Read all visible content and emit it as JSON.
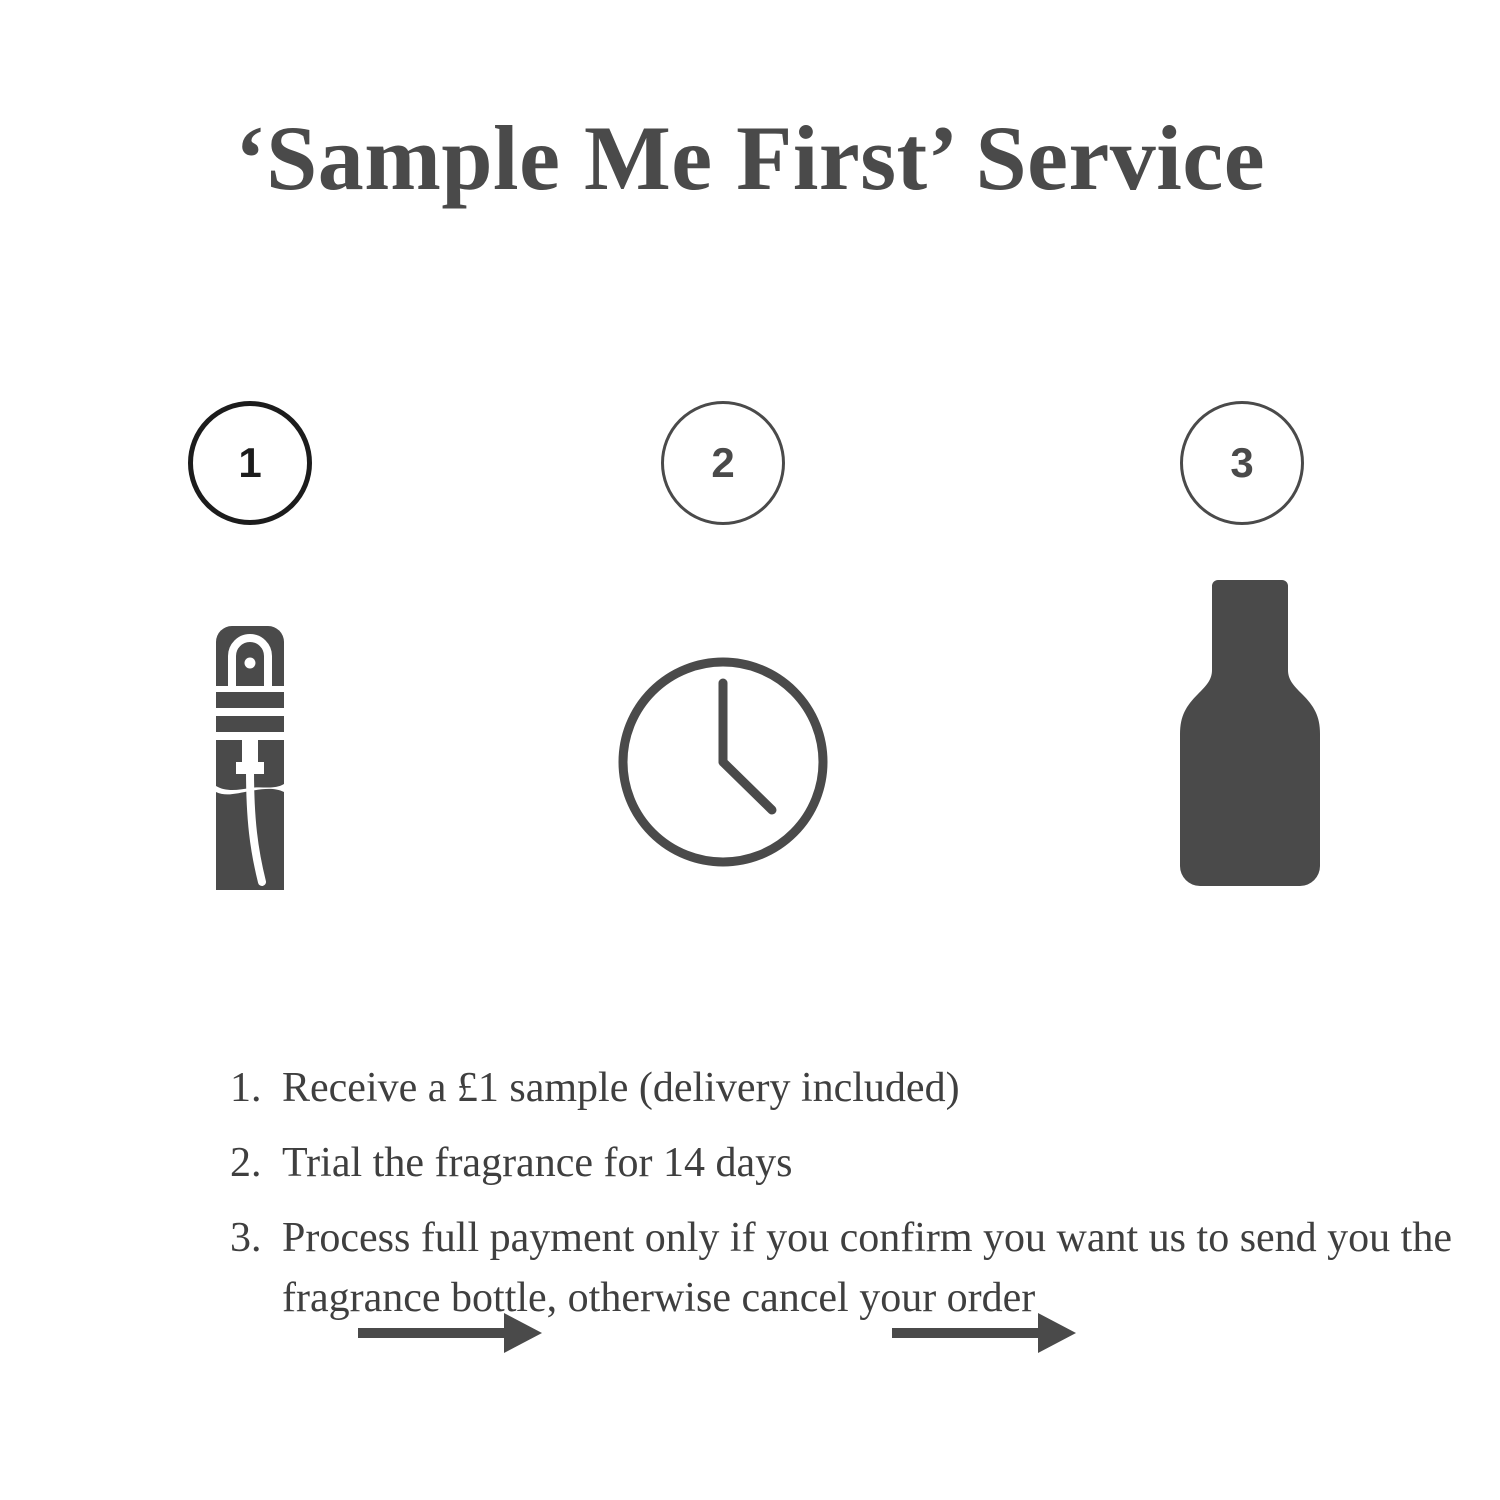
{
  "page": {
    "title": "‘Sample Me First’ Service",
    "background_color": "#ffffff",
    "text_color": "#3f3f3f",
    "title_color": "#4a4a4a",
    "icon_color": "#4a4a4a",
    "active_step_color": "#1c1c1c"
  },
  "steps": [
    {
      "number": "1",
      "icon": "sample-vial-icon"
    },
    {
      "number": "2",
      "icon": "clock-icon"
    },
    {
      "number": "3",
      "icon": "fragrance-bottle-icon"
    }
  ],
  "connectors": [
    {
      "name": "arrow-right-icon"
    },
    {
      "name": "arrow-right-icon"
    }
  ],
  "instructions": [
    {
      "marker": "1.",
      "text": "Receive a £1 sample (delivery included)"
    },
    {
      "marker": "2.",
      "text": "Trial the fragrance for 14 days"
    },
    {
      "marker": "3.",
      "text": "Process full payment only if you confirm you want us to send you the fragrance bottle, otherwise cancel your order"
    }
  ]
}
